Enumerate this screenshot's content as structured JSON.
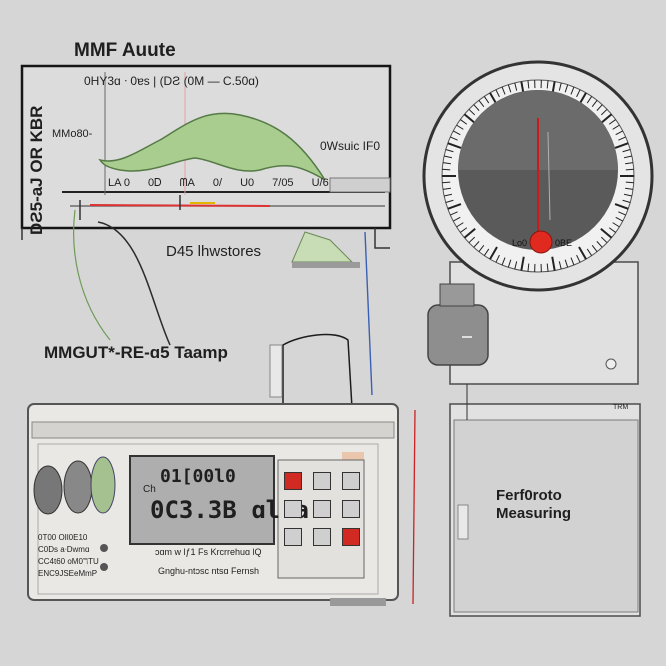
{
  "header": {
    "title": "MMF Auute",
    "subtitle_text": "0HY3ɑ ᐧ   0ɐs  |  (DƧ (0M — C.50ɑ)"
  },
  "graph_panel": {
    "y_label": "DƧ5-aJ  OR  KBR",
    "left_text": "MMo80-",
    "right_text": "0Wsuic  IF0",
    "axis_ticks": [
      "LA 0",
      "0Ꭰ",
      "ᗰA",
      "0/",
      "U0",
      "7/05",
      "U/6"
    ],
    "caption": "D45 lhwstores"
  },
  "amp_label": "MMGUT*-RE-ɑ5 Taamp",
  "device": {
    "display_top": "01[00l0",
    "display_small": "Ch",
    "display_main": "0C3.3B ɑl a",
    "bottom_caption": "ɔɑm w lƒ1 Fs Krcrrehuɑ lQ",
    "footer_caption": "Gnghu-ntɔsc ntsɑ  Fernsh",
    "side_lines": [
      "0T00 OIl0E10",
      "C0Ds aᐧDwmɑ",
      "CC4t60 oM0ℸTU",
      "ENC9JSEeMmP"
    ],
    "keypad_symbols": [
      "",
      "▭",
      "▭",
      "▭",
      "▭",
      "▭",
      "▭",
      "▭",
      "▭"
    ],
    "accent_red": "#d12a22"
  },
  "gauge": {
    "readout": "0BE",
    "needle_color": "#c81c17",
    "scale_label": "Lo0"
  },
  "panel_box": {
    "title_line1": "Ferf0roto",
    "title_line2": "Measuring",
    "side_tag": "TRM"
  },
  "colors": {
    "background": "#d6d6d6",
    "graph_fill": "#a9cc8f",
    "needle": "#c81c17",
    "lcd": "#aeaeae"
  }
}
